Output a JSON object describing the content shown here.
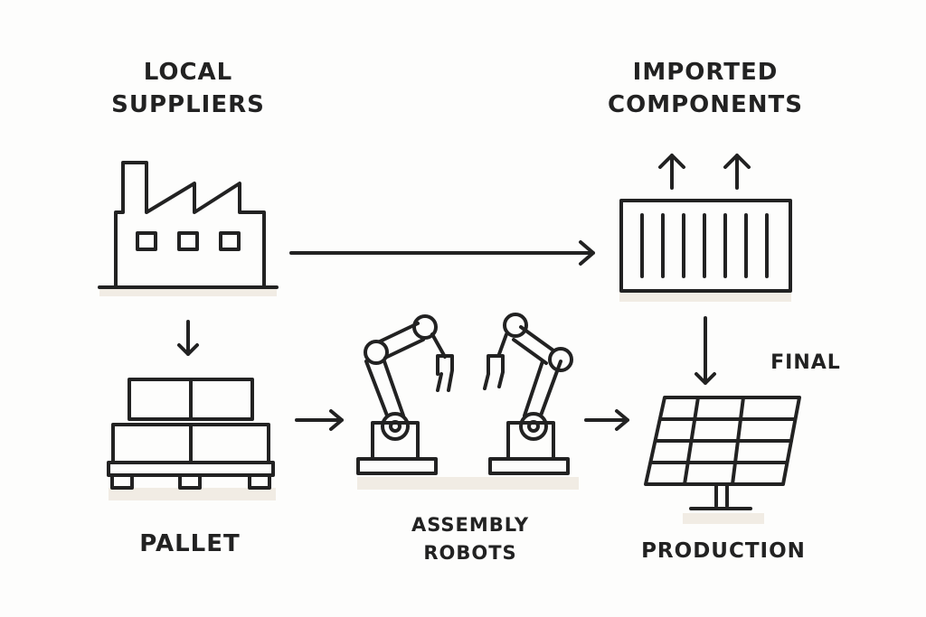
{
  "labels": {
    "local_suppliers_1": "LOCAL",
    "local_suppliers_2": "SUPPLIERS",
    "imported_1": "IMPORTED",
    "imported_2": "COMPONENTS",
    "pallet": "PALLET",
    "assembly_1": "ASSEMBLY",
    "assembly_2": "ROBOTS",
    "final": "FINAL",
    "production": "PRODUCTION"
  }
}
